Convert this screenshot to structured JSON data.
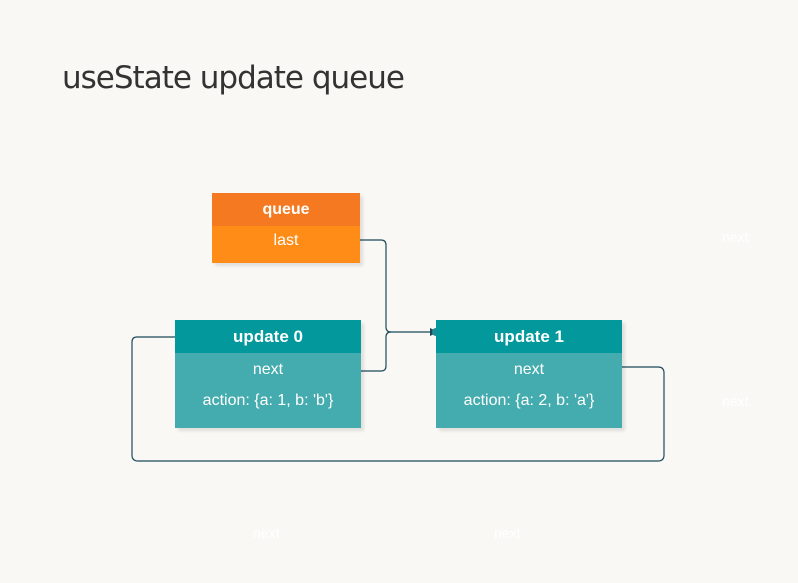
{
  "title": "useState update queue",
  "colors": {
    "background": "#f9f8f4",
    "queue_header": "#f47920",
    "queue_body": "#fe8c17",
    "update_header": "#03989b",
    "update_body": "#44abae",
    "edge": "#1c4a5a"
  },
  "nodes": {
    "queue": {
      "header": "queue",
      "field": "last"
    },
    "update0": {
      "header": "update 0",
      "next": "next",
      "action": "action: {a: 1, b: 'b'}"
    },
    "update1": {
      "header": "update 1",
      "next": "next",
      "action": "action: {a: 2, b: 'a'}"
    }
  },
  "edge_labels": {
    "label_1": "next",
    "label_2": "next",
    "label_3": "next",
    "label_4": "next"
  }
}
